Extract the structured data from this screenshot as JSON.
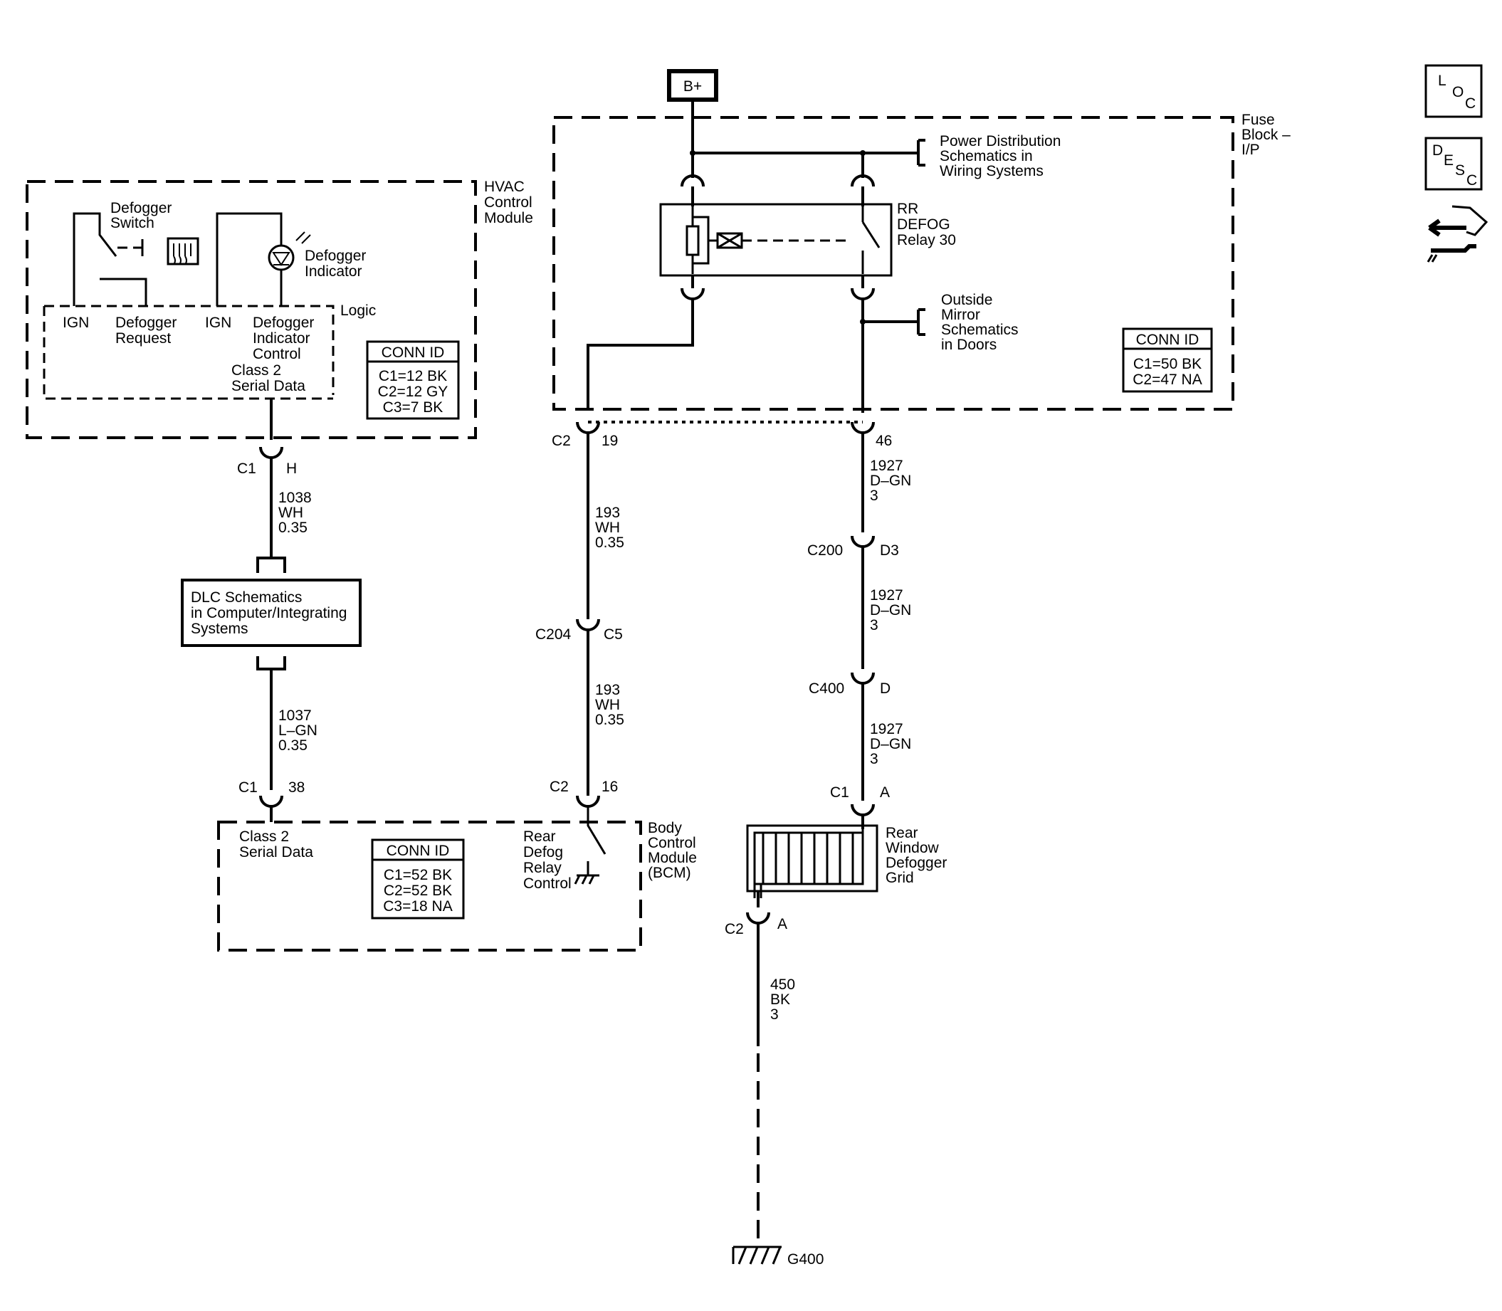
{
  "power": {
    "label": "B+"
  },
  "fuse_block": {
    "label": [
      "Fuse",
      "Block –",
      "I/P"
    ],
    "conn_id": {
      "title": "CONN ID",
      "rows": [
        "C1=50 BK",
        "C2=47 NA"
      ]
    }
  },
  "power_dist_ref": [
    "Power Distribution",
    "Schematics in",
    "Wiring Systems"
  ],
  "relay": {
    "label": [
      "RR",
      "DEFOG",
      "Relay 30"
    ]
  },
  "mirror_ref": [
    "Outside",
    "Mirror",
    "Schematics",
    "in Doors"
  ],
  "hvac": {
    "label": [
      "HVAC",
      "Control",
      "Module"
    ],
    "switch_label": [
      "Defogger",
      "Switch"
    ],
    "indicator_label": [
      "Defogger",
      "Indicator"
    ],
    "logic_label": "Logic",
    "pins": {
      "ign1": "IGN",
      "request": [
        "Defogger",
        "Request"
      ],
      "ign2": "IGN",
      "indicator_control": [
        "Defogger",
        "Indicator",
        "Control"
      ]
    },
    "serial": [
      "Class 2",
      "Serial Data"
    ],
    "conn_id": {
      "title": "CONN ID",
      "rows": [
        "C1=12 BK",
        "C2=12 GY",
        "C3=7 BK"
      ]
    }
  },
  "circuits": {
    "hvac_dlc": {
      "connector": "C1",
      "pin": "H",
      "wire": [
        "1038",
        "WH",
        "0.35"
      ]
    },
    "dlc": {
      "label": [
        "DLC Schematics",
        "in Computer/Integrating",
        "Systems"
      ]
    },
    "dlc_bcm": {
      "wire": [
        "1037",
        "L–GN",
        "0.35"
      ],
      "connector": "C1",
      "pin": "38"
    },
    "fuse_bcm_top": {
      "connector": "C2",
      "pin": "19",
      "wire": [
        "193",
        "WH",
        "0.35"
      ]
    },
    "c204": {
      "connector": "C204",
      "pin": "C5"
    },
    "fuse_bcm_bottom": {
      "wire": [
        "193",
        "WH",
        "0.35"
      ],
      "connector": "C2",
      "pin": "16"
    },
    "grid_feed": {
      "pin": "46",
      "wire1": [
        "1927",
        "D–GN",
        "3"
      ],
      "c200": {
        "connector": "C200",
        "pin": "D3"
      },
      "wire2": [
        "1927",
        "D–GN",
        "3"
      ],
      "c400": {
        "connector": "C400",
        "pin": "D"
      },
      "wire3": [
        "1927",
        "D–GN",
        "3"
      ],
      "grid_in": {
        "connector": "C1",
        "pin": "A"
      }
    },
    "ground": {
      "connector": "C2",
      "pin": "A",
      "wire": [
        "450",
        "BK",
        "3"
      ],
      "label": "G400"
    }
  },
  "bcm": {
    "label": [
      "Body",
      "Control",
      "Module",
      "(BCM)"
    ],
    "serial": [
      "Class 2",
      "Serial Data"
    ],
    "relay_control": [
      "Rear",
      "Defog",
      "Relay",
      "Control"
    ],
    "conn_id": {
      "title": "CONN ID",
      "rows": [
        "C1=52 BK",
        "C2=52 BK",
        "C3=18 NA"
      ]
    }
  },
  "grid": {
    "label": [
      "Rear",
      "Window",
      "Defogger",
      "Grid"
    ]
  },
  "nav": {
    "loc": [
      "L",
      "O",
      "C"
    ],
    "desc": [
      "D",
      "E",
      "S",
      "C"
    ]
  }
}
